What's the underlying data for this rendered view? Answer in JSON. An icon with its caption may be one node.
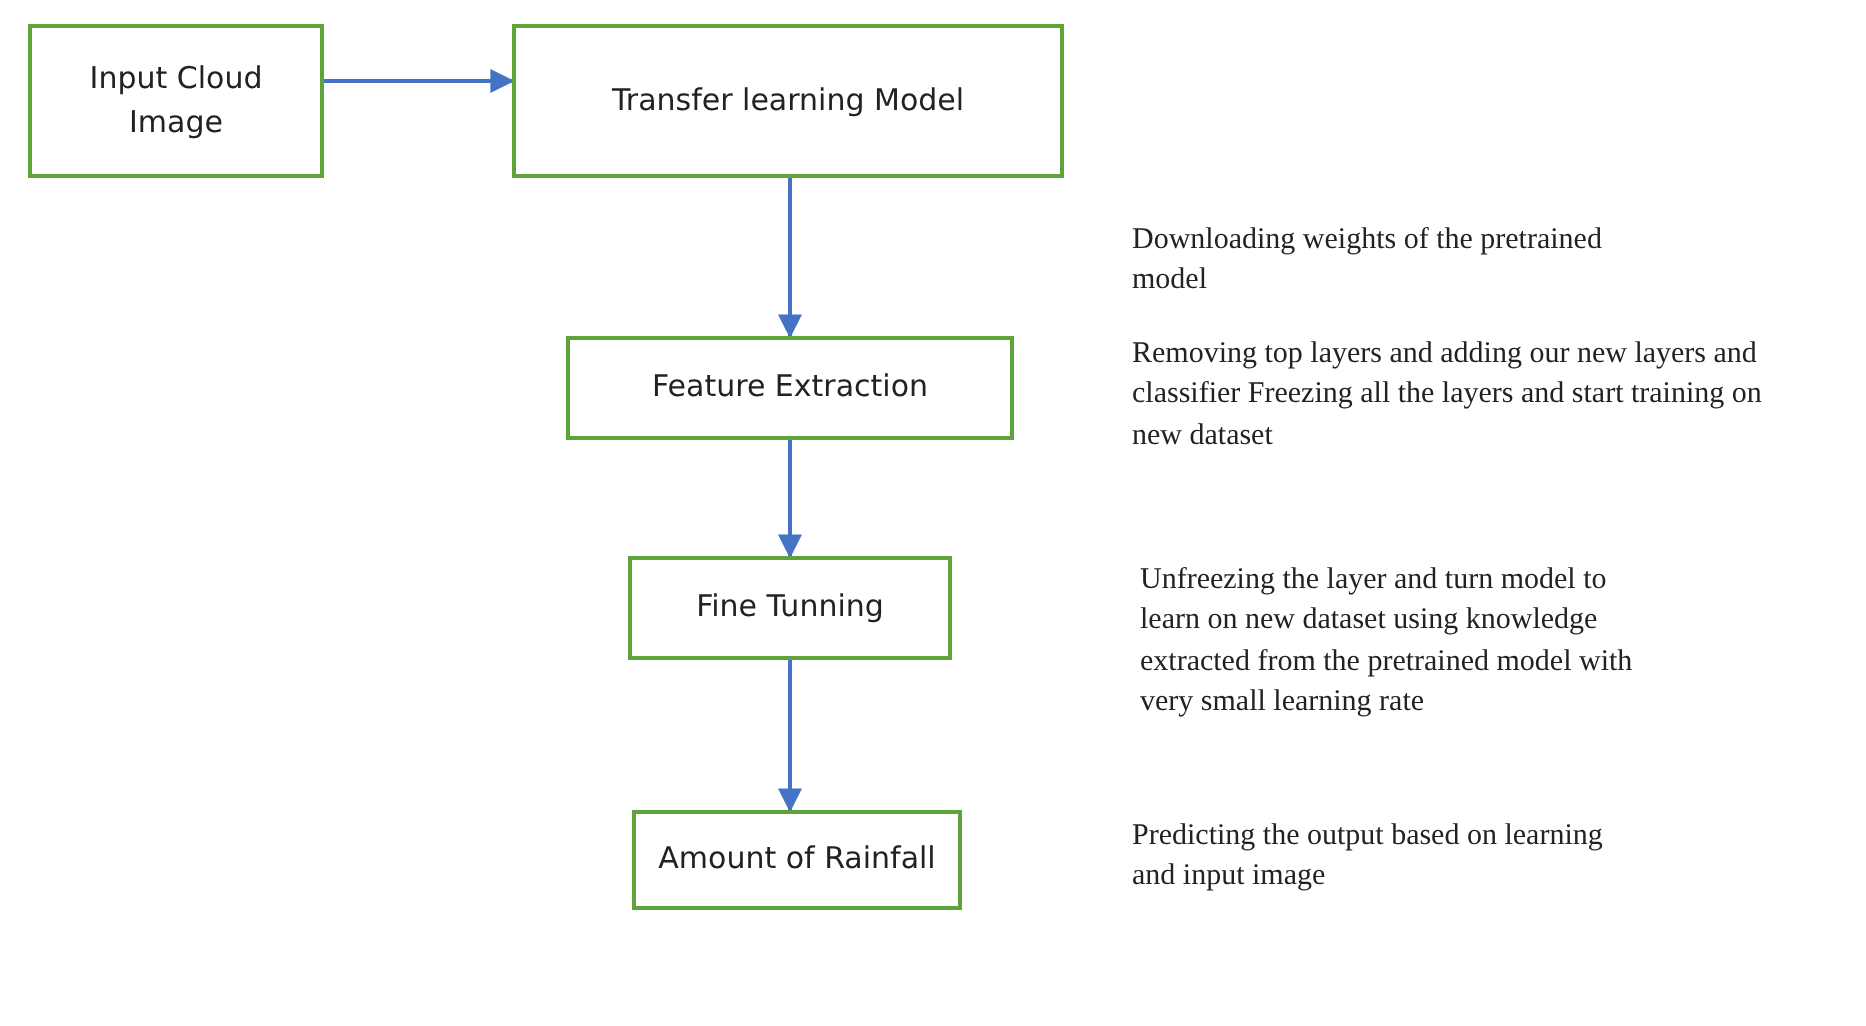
{
  "diagram": {
    "nodes": [
      {
        "text": [
          "Input Cloud Image"
        ]
      },
      {
        "text": [
          "Transfer learning Model"
        ]
      },
      {
        "text": [
          "Feature Extraction"
        ]
      },
      {
        "text": [
          "Fine Tunning"
        ]
      },
      {
        "text": [
          "Amount of Rainfall"
        ]
      }
    ],
    "edges": [
      {
        "from": 0,
        "to": 1,
        "arrow": "to"
      },
      {
        "from": 1,
        "to": 2,
        "arrow": "to"
      },
      {
        "from": 2,
        "to": 3,
        "arrow": "to"
      },
      {
        "from": 3,
        "to": 4,
        "arrow": "to"
      }
    ],
    "labels": [
      "Downloading weights of the pretrained model",
      "Removing top layers and adding our new layers and classifier Freezing all the layers and start training on new dataset",
      "Unfreezing the layer and turn model to learn on new dataset using knowledge extracted from the pretrained model with very small learning rate",
      "Predicting the output based on learning and input image"
    ]
  }
}
